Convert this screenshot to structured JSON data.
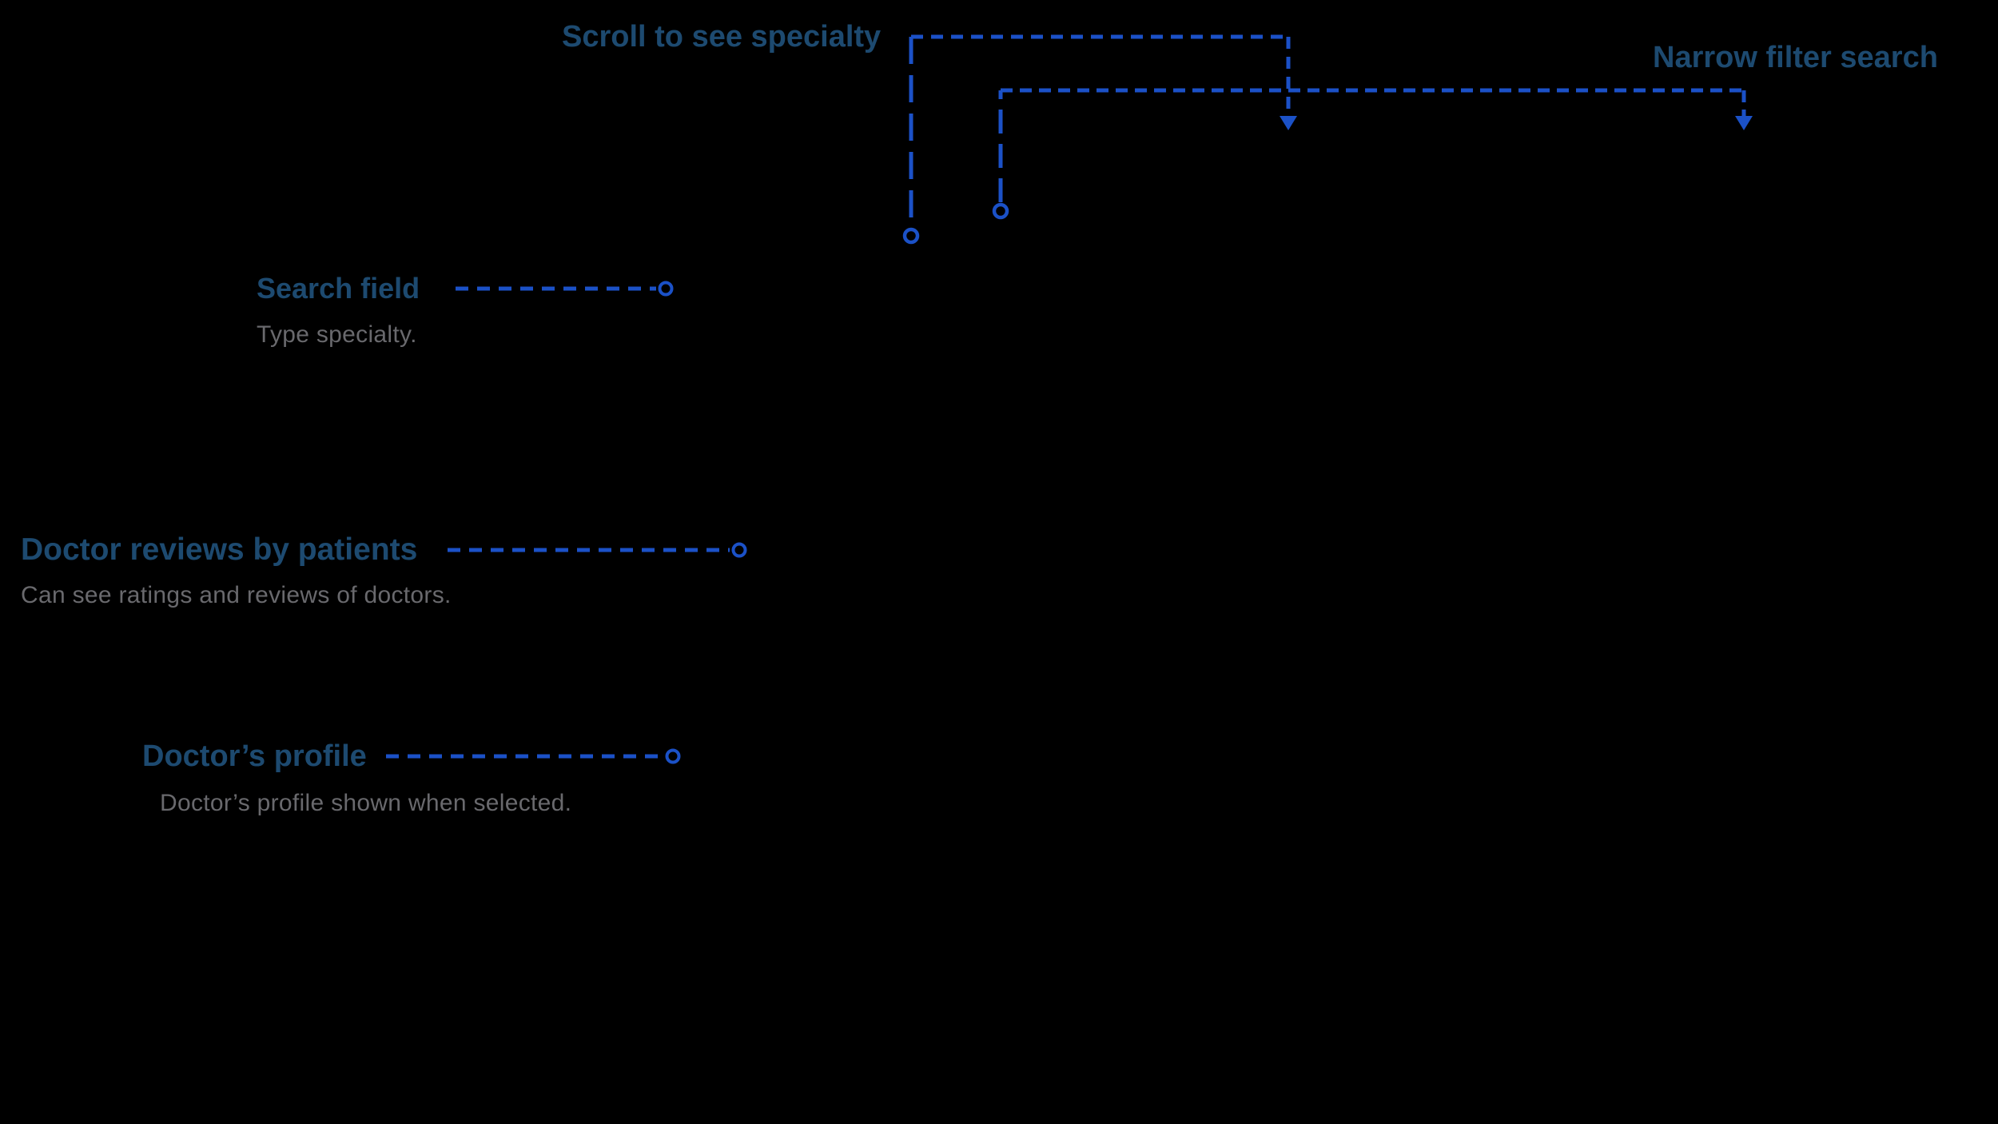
{
  "page": {
    "background": "#000000"
  },
  "colors": {
    "annotation_title": "#1d4a70",
    "connector_line": "#1b51c7",
    "annotation_description": "#69696d"
  },
  "annotations": {
    "scroll_specialty": {
      "title": "Scroll to see specialty"
    },
    "narrow_filter": {
      "title": "Narrow filter search"
    },
    "search_field": {
      "title": "Search field",
      "description": "Type specialty."
    },
    "doctor_reviews": {
      "title": "Doctor reviews by patients",
      "description": "Can see ratings and reviews of doctors."
    },
    "doctor_profile": {
      "title": "Doctor’s profile",
      "description": "Doctor’s profile shown when selected."
    }
  }
}
